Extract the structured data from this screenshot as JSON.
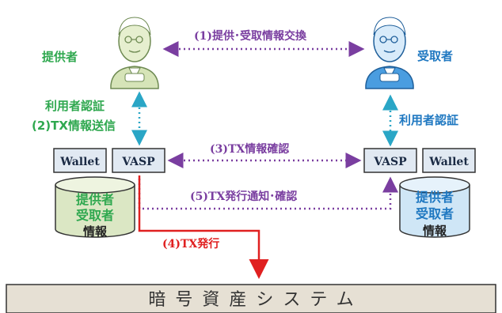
{
  "provider": {
    "label": "提供者",
    "color": "#2fa84f"
  },
  "receiver": {
    "label": "受取者",
    "color": "#1f78c1"
  },
  "left_auth": {
    "line1": "利用者認証",
    "line2": "(2)TX情報送信"
  },
  "right_auth": {
    "label": "利用者認証"
  },
  "steps": {
    "s1": "(1)提供･受取情報交換",
    "s3": "(3)TX情報確認",
    "s4": "(4)TX発行",
    "s5": "(5)TX発行通知･確認"
  },
  "left_boxes": {
    "wallet": "Wallet",
    "vasp": "VASP"
  },
  "right_boxes": {
    "vasp": "VASP",
    "wallet": "Wallet"
  },
  "left_db": {
    "line1": "提供者",
    "line2": "受取者",
    "line3": "情報"
  },
  "right_db": {
    "line1": "提供者",
    "line2": "受取者",
    "line3": "情報"
  },
  "system": {
    "label": "暗号資産システム"
  },
  "icons": {
    "person": "businessman-icon",
    "database": "database-icon"
  }
}
